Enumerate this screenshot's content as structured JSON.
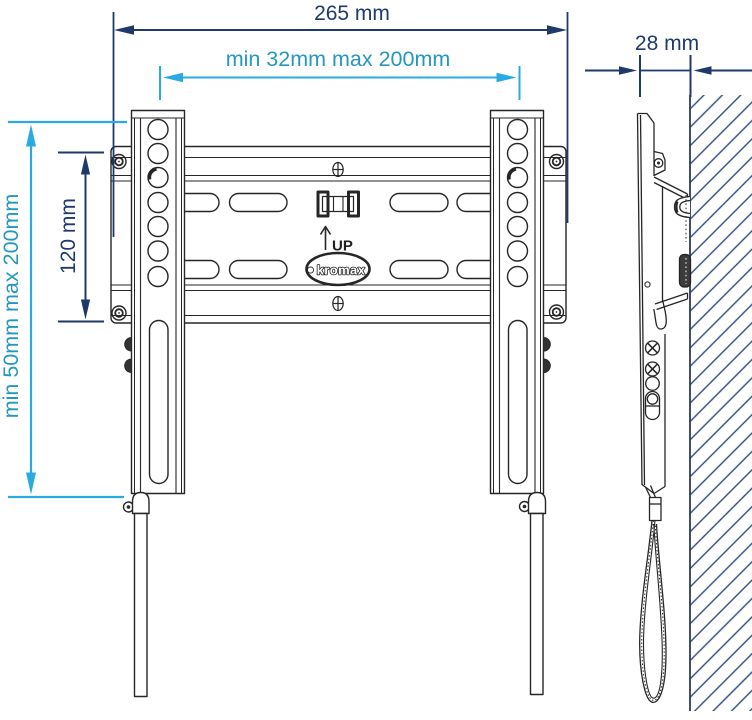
{
  "diagram": {
    "dimensions": {
      "overall_width": "265 mm",
      "hole_pattern_range": "min 32mm max 200mm",
      "depth": "28 mm",
      "plate_height": "120 mm",
      "vertical_adjust_range": "min 50mm max 200mm"
    },
    "labels": {
      "up": "UP",
      "brand": "kromax"
    },
    "colors": {
      "dimension_navy": "#1e3a6b",
      "dimension_cyan": "#29abe2",
      "cyan_text": "#2398be",
      "drawing_line": "#262626",
      "hatch_navy": "#2c4a80"
    }
  }
}
